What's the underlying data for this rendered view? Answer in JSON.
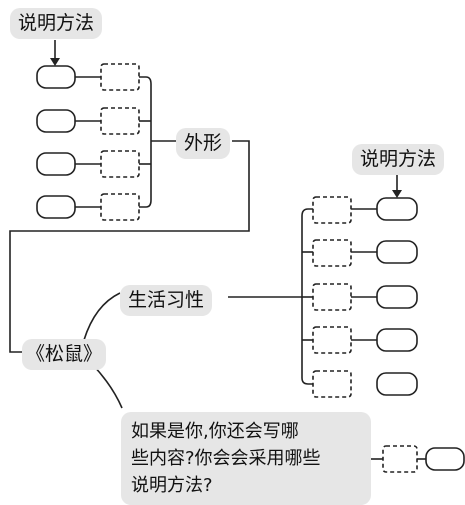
{
  "labels": {
    "method_top": "说明方法",
    "appearance": "外形",
    "method_right": "说明方法",
    "habits": "生活习性",
    "title": "《松鼠》"
  },
  "question": {
    "line1": "如果是你,你还会写哪",
    "line2": "些内容?你会会采用哪些",
    "line3": "说明方法?"
  }
}
